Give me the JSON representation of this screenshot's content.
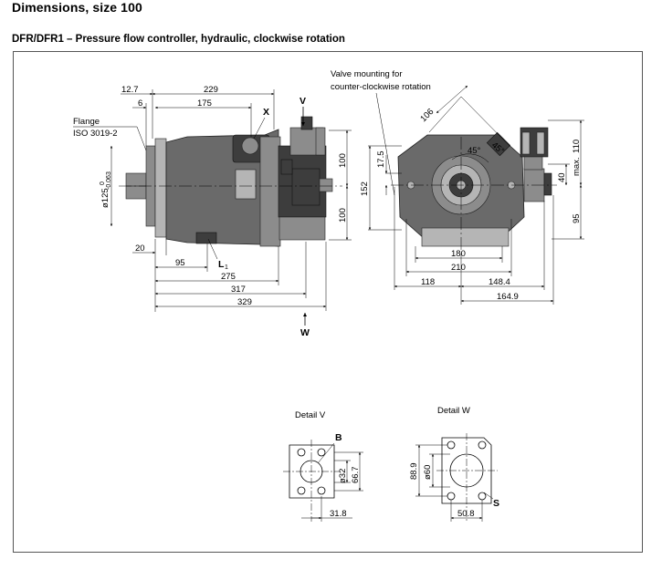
{
  "title": "Dimensions, size 100",
  "subtitle": "DFR/DFR1 – Pressure flow controller, hydraulic, clockwise rotation",
  "side_view": {
    "dims_top": [
      "12.7",
      "6",
      "229",
      "175"
    ],
    "flange_label": [
      "Flange",
      "ISO 3019-2"
    ],
    "shaft_dia": "ø125",
    "shaft_tol_upper": "0",
    "shaft_tol_lower": "-0.063",
    "port_x": "X",
    "view_v": "V",
    "view_w": "W",
    "port_l1": "L",
    "port_l1_sub": "1",
    "dims_right": [
      "100",
      "100"
    ],
    "dims_bottom": [
      "20",
      "95",
      "275",
      "317",
      "329"
    ]
  },
  "front_view": {
    "valve_note": [
      "Valve mounting for",
      "counter-clockwise rotation"
    ],
    "dims": [
      "106",
      "45°",
      "45°",
      "17.5",
      "152",
      "180",
      "210",
      "118",
      "148.4",
      "164.9",
      "110",
      "max.",
      "40",
      "95"
    ]
  },
  "detail_v": {
    "label": "Detail V",
    "port": "B",
    "dims": [
      "ø32",
      "66.7",
      "31.8"
    ]
  },
  "detail_w": {
    "label": "Detail W",
    "port": "S",
    "dims": [
      "88.9",
      "ø60",
      "50.8"
    ]
  }
}
